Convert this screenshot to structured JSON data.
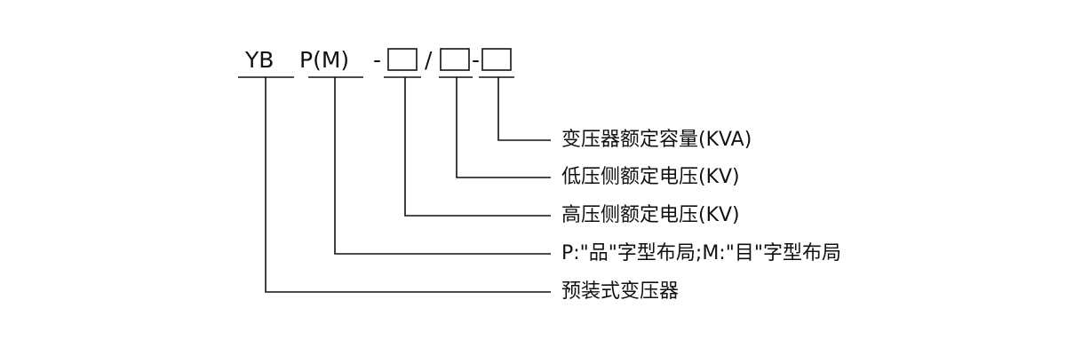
{
  "code": {
    "part1": "YB",
    "part2": "P(M)",
    "sep1": "-",
    "sep2": "/",
    "sep3": "-"
  },
  "labels": [
    "变压器额定容量(KVA)",
    "低压侧额定电压(KV)",
    "高压侧额定电压(KV)",
    "P:\"品\"字型布局;M:\"目\"字型布局",
    "预装式变压器"
  ],
  "colors": {
    "ink": "#111111",
    "background": "#ffffff"
  }
}
